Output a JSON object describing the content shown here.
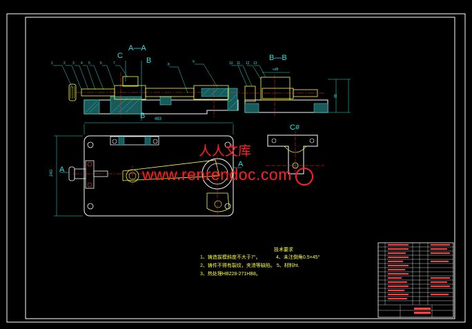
{
  "views": {
    "section_aa": "A—A",
    "section_bb": "B—B",
    "marker_c_top": "C",
    "marker_b_top": "B",
    "marker_b_mid": "B",
    "marker_a_left": "A",
    "marker_a_mid": "A",
    "marker_c_view": "C#"
  },
  "dimensions": {
    "width_plan": "483",
    "height_plan": "240",
    "bb_top": "≤d8",
    "bb_right": "85"
  },
  "leaders": [
    "1",
    "2",
    "3",
    "4",
    "5",
    "6",
    "7",
    "8",
    "9",
    "10",
    "11",
    "12",
    "13"
  ],
  "watermark": {
    "cn": "人人文库",
    "url": "www.renrendoc.com"
  },
  "tech_requirements": {
    "title": "技术要求",
    "line1": "1、铸造拔模斜度不大于7°。",
    "line1b": "4、未注倒角0.5×45°",
    "line2": "2、铸件不得有裂纹，夹渣等缺陷。 5、材料ht.",
    "line3": "3、热处理HB228-271HB8。"
  },
  "colors": {
    "outline": "#ffffff",
    "part": "#ffff40",
    "center": "#ff3030",
    "dimension": "#30e0e0",
    "hatch": "#30e0e0",
    "watermark": "#ff2020"
  }
}
